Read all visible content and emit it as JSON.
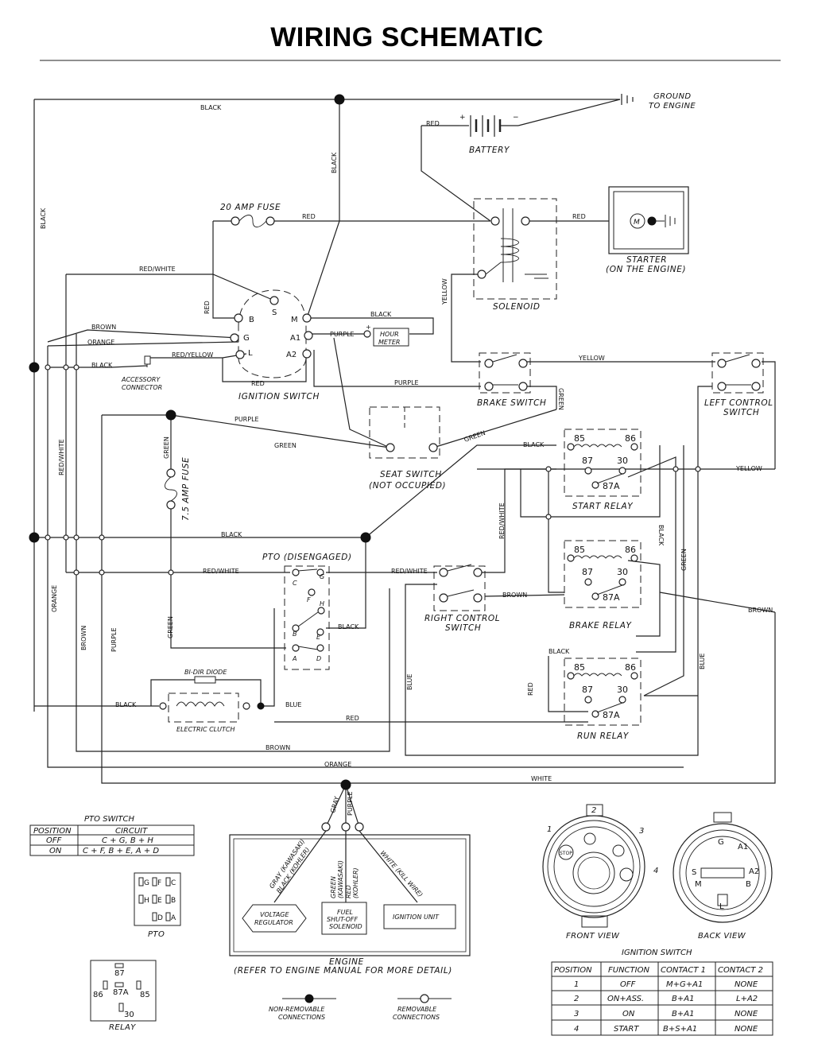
{
  "title": "WIRING SCHEMATIC",
  "wire_labels": {
    "black": "BLACK",
    "red": "RED",
    "red_white": "RED/WHITE",
    "red_yellow": "RED/YELLOW",
    "brown": "BROWN",
    "orange": "ORANGE",
    "purple": "PURPLE",
    "green": "GREEN",
    "yellow": "YELLOW",
    "blue": "BLUE",
    "white": "WHITE",
    "gray": "GRAY"
  },
  "components": {
    "ground": [
      "GROUND",
      "TO ENGINE"
    ],
    "battery": "BATTERY",
    "fuse_20": "20 AMP FUSE",
    "fuse_75": "7.5 AMP FUSE",
    "starter": [
      "STARTER",
      "(ON THE ENGINE)"
    ],
    "starter_motor": "M",
    "solenoid": "SOLENOID",
    "hour_meter": [
      "HOUR",
      "METER"
    ],
    "ignition_switch": "IGNITION SWITCH",
    "accessory_connector": [
      "ACCESSORY",
      "CONNECTOR"
    ],
    "brake_switch": "BRAKE SWITCH",
    "left_control_switch": [
      "LEFT CONTROL",
      "SWITCH"
    ],
    "seat_switch": [
      "SEAT SWITCH",
      "(NOT OCCUPIED)"
    ],
    "start_relay": "START RELAY",
    "brake_relay": "BRAKE RELAY",
    "run_relay": "RUN RELAY",
    "pto_disengaged": "PTO (DISENGAGED)",
    "right_control_switch": [
      "RIGHT CONTROL",
      "SWITCH"
    ],
    "bi_dir_diode": "BI-DIR DIODE",
    "electric_clutch": "ELECTRIC CLUTCH",
    "engine": [
      "ENGINE",
      "(REFER TO ENGINE MANUAL FOR MORE DETAIL)"
    ],
    "voltage_regulator": [
      "VOLTAGE",
      "REGULATOR"
    ],
    "fuel_shutoff": [
      "FUEL",
      "SHUT-OFF",
      "SOLENOID"
    ],
    "ignition_unit": "IGNITION UNIT",
    "gray_wire_label": [
      "GRAY (KAWASAKI)",
      "BLACK (KOHLER)"
    ],
    "green_wire_label": [
      "GREEN",
      "(KAWASAKI)"
    ],
    "red_wire_label": [
      "RED",
      "(KOHLER)"
    ],
    "white_kill_label": "WHITE (KILL WIRE)",
    "relay_pins": [
      "85",
      "86",
      "87",
      "30",
      "87A"
    ],
    "ignition_terminals": [
      "S",
      "M",
      "B",
      "G",
      "L",
      "A1",
      "A2"
    ],
    "pto_terminals": [
      "G",
      "C",
      "F",
      "H",
      "B",
      "E",
      "A",
      "D"
    ],
    "pto_caption": "PTO",
    "relay_caption": "RELAY",
    "legend_non_removable": [
      "NON-REMOVABLE",
      "CONNECTIONS"
    ],
    "legend_removable": [
      "REMOVABLE",
      "CONNECTIONS"
    ],
    "front_view": "FRONT VIEW",
    "back_view": "BACK VIEW",
    "front_numbers": [
      "1",
      "2",
      "3",
      "4"
    ],
    "stop_label": "STOP",
    "ignition_switch_caption": "IGNITION SWITCH",
    "back_view_letters": [
      "G",
      "A1",
      "S",
      "A2",
      "M",
      "B",
      "L"
    ]
  },
  "pto_table": {
    "title": "PTO SWITCH",
    "headers": [
      "POSITION",
      "CIRCUIT"
    ],
    "rows": [
      [
        "OFF",
        "C + G, B + H"
      ],
      [
        "ON",
        "C + F, B + E, A + D"
      ]
    ]
  },
  "ignition_table": {
    "headers": [
      "POSITION",
      "FUNCTION",
      "CONTACT 1",
      "CONTACT 2"
    ],
    "rows": [
      [
        "1",
        "OFF",
        "M+G+A1",
        "NONE"
      ],
      [
        "2",
        "ON+ASS.",
        "B+A1",
        "L+A2"
      ],
      [
        "3",
        "ON",
        "B+A1",
        "NONE"
      ],
      [
        "4",
        "START",
        "B+S+A1",
        "NONE"
      ]
    ]
  }
}
